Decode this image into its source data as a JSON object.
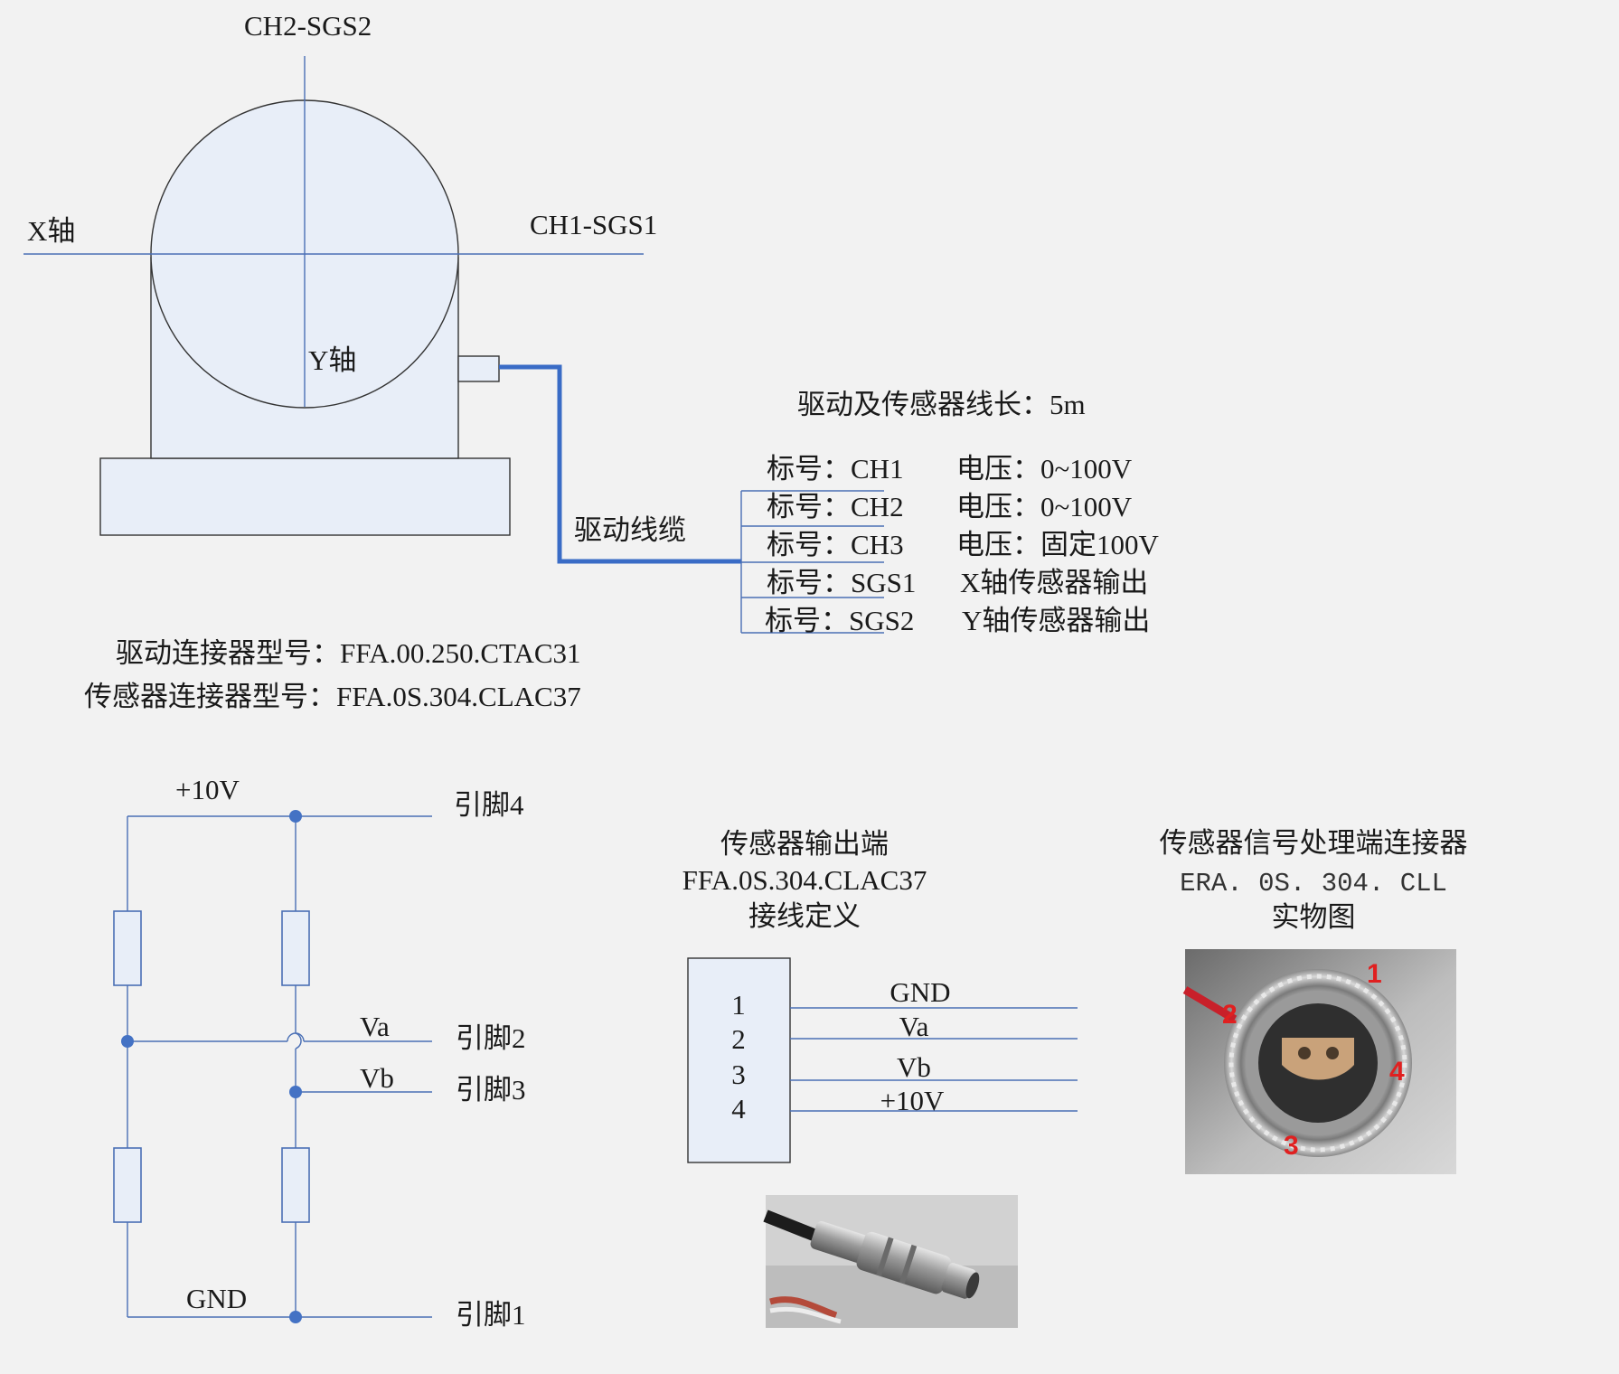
{
  "colors": {
    "background": "#f2f2f2",
    "shape_fill": "#e8eef8",
    "thin_line": "#4a6fb5",
    "cable": "#3a6cc6",
    "node_dot": "#4472c4",
    "photo_marker_red": "#e02020"
  },
  "device": {
    "top_axis_label": "CH2-SGS2",
    "right_axis_label": "CH1-SGS1",
    "x_axis_label": "X轴",
    "y_axis_label": "Y轴",
    "cable_label": "驱动线缆"
  },
  "cable_info": {
    "length_label": "驱动及传感器线长：5m",
    "rows": [
      {
        "tag": "标号：CH1",
        "desc": "电压：0~100V"
      },
      {
        "tag": "标号：CH2",
        "desc": "电压：0~100V"
      },
      {
        "tag": "标号：CH3",
        "desc": "电压：固定100V"
      },
      {
        "tag": "标号：SGS1",
        "desc": "X轴传感器输出"
      },
      {
        "tag": "标号：SGS2",
        "desc": "Y轴传感器输出"
      }
    ]
  },
  "connectors": {
    "drive_model": "驱动连接器型号：FFA.00.250.CTAC31",
    "sensor_model": "传感器连接器型号：FFA.0S.304.CLAC37"
  },
  "bridge": {
    "supply_label": "+10V",
    "va_label": "Va",
    "vb_label": "Vb",
    "gnd_label": "GND",
    "pin4_label": "引脚4",
    "pin2_label": "引脚2",
    "pin3_label": "引脚3",
    "pin1_label": "引脚1"
  },
  "sensor_output": {
    "title_line1": "传感器输出端",
    "title_line2": "FFA.0S.304.CLAC37",
    "title_line3": "接线定义",
    "pins": [
      {
        "number": "1",
        "signal": "GND"
      },
      {
        "number": "2",
        "signal": "Va"
      },
      {
        "number": "3",
        "signal": "Vb"
      },
      {
        "number": "4",
        "signal": "+10V"
      }
    ]
  },
  "receptacle": {
    "title_line1": "传感器信号处理端连接器",
    "title_line2": "ERA. 0S. 304. CLL",
    "title_line3": "实物图",
    "pin_marks": [
      "1",
      "2",
      "3",
      "4"
    ]
  }
}
